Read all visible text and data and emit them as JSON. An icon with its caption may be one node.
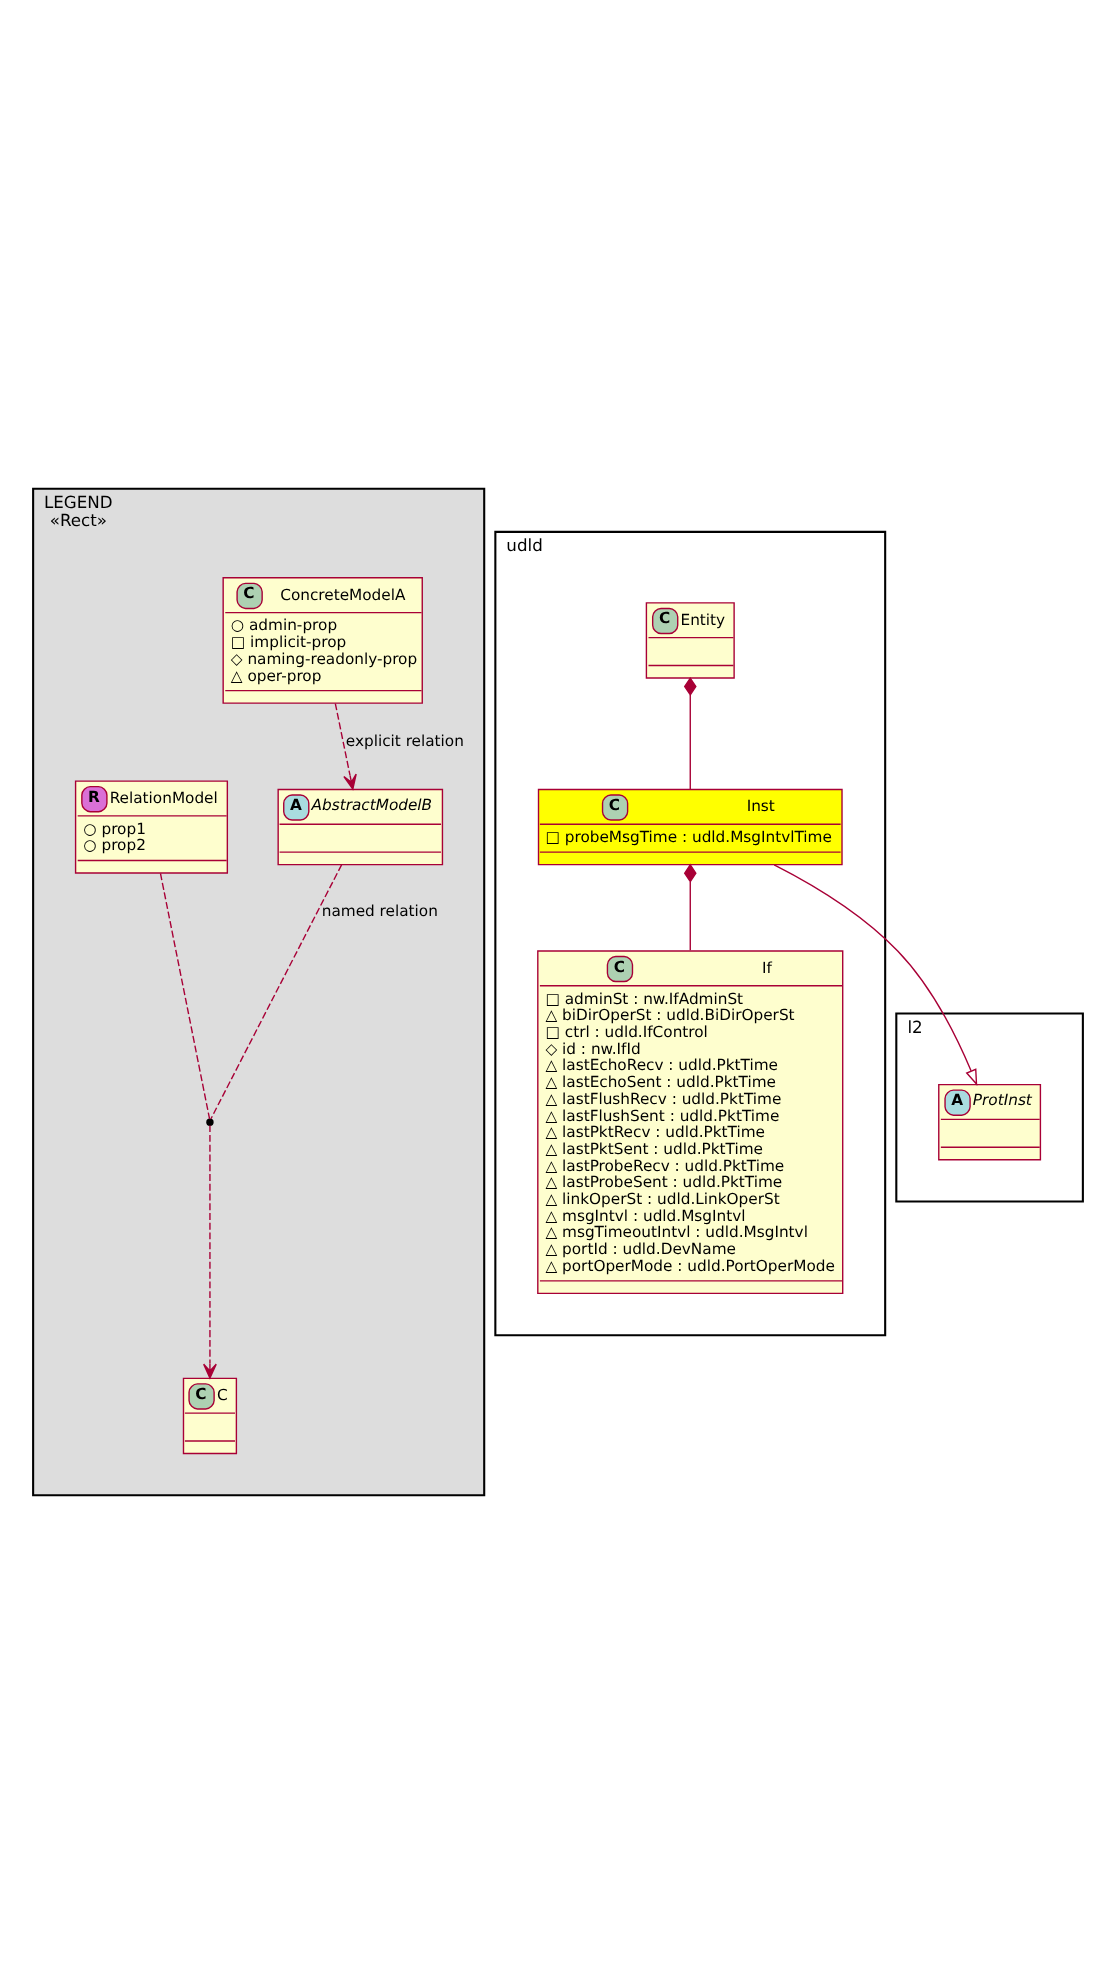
{
  "diagram": {
    "nodes": [
      {
        "text": [
          "LEGEND",
          "«Rect»"
        ]
      },
      {
        "text": [
          "C",
          "ConcreteModelA",
          "○ admin-prop",
          "□ implicit-prop",
          "◇ naming-readonly-prop",
          "△ oper-prop"
        ],
        "in": 0
      },
      {
        "text": [
          "A",
          "AbstractModelB"
        ],
        "in": 0
      },
      {
        "text": [
          "R",
          "RelationModel",
          "○ prop1",
          "○ prop2"
        ],
        "in": 0
      },
      {
        "text": [],
        "shape": "circle",
        "in": 0
      },
      {
        "text": [
          "C",
          "C"
        ],
        "in": 0
      },
      {
        "text": [
          "udld"
        ]
      },
      {
        "text": [
          "C",
          "Entity"
        ],
        "in": 6
      },
      {
        "text": [
          "C",
          "Inst",
          "□ probeMsgTime : udld.MsgIntvlTime"
        ],
        "in": 6
      },
      {
        "text": [
          "C",
          "If",
          "□ adminSt : nw.IfAdminSt",
          "△ biDirOperSt : udld.BiDirOperSt",
          "□ ctrl : udld.IfControl",
          "◇ id : nw.IfId",
          "△ lastEchoRecv : udld.PktTime",
          "△ lastEchoSent : udld.PktTime",
          "△ lastFlushRecv : udld.PktTime",
          "△ lastFlushSent : udld.PktTime",
          "△ lastPktRecv : udld.PktTime",
          "△ lastPktSent : udld.PktTime",
          "△ lastProbeRecv : udld.PktTime",
          "△ lastProbeSent : udld.PktTime",
          "△ linkOperSt : udld.LinkOperSt",
          "△ msgIntvl : udld.MsgIntvl",
          "△ msgTimeoutIntvl : udld.MsgIntvl",
          "△ portId : udld.DevName",
          "△ portOperMode : udld.PortOperMode"
        ],
        "in": 6
      },
      {
        "text": [
          "l2"
        ]
      },
      {
        "text": [
          "A",
          "ProtInst"
        ],
        "in": 10
      }
    ],
    "edges": [
      {
        "from": 1,
        "to": 2,
        "arrow": "to",
        "label": "explicit relation",
        "style": "dashed"
      },
      {
        "from": 2,
        "to": 4,
        "arrow": "none",
        "label": "named relation",
        "style": "dashed"
      },
      {
        "from": 4,
        "to": 5,
        "arrow": "to",
        "style": "dashed"
      },
      {
        "from": 3,
        "to": 4,
        "arrow": "none",
        "style": "dashed"
      },
      {
        "from": 7,
        "to": 8,
        "arrow": "other"
      },
      {
        "from": 8,
        "to": 9,
        "arrow": "other"
      },
      {
        "from": 8,
        "to": 11,
        "arrow": "to"
      }
    ]
  }
}
